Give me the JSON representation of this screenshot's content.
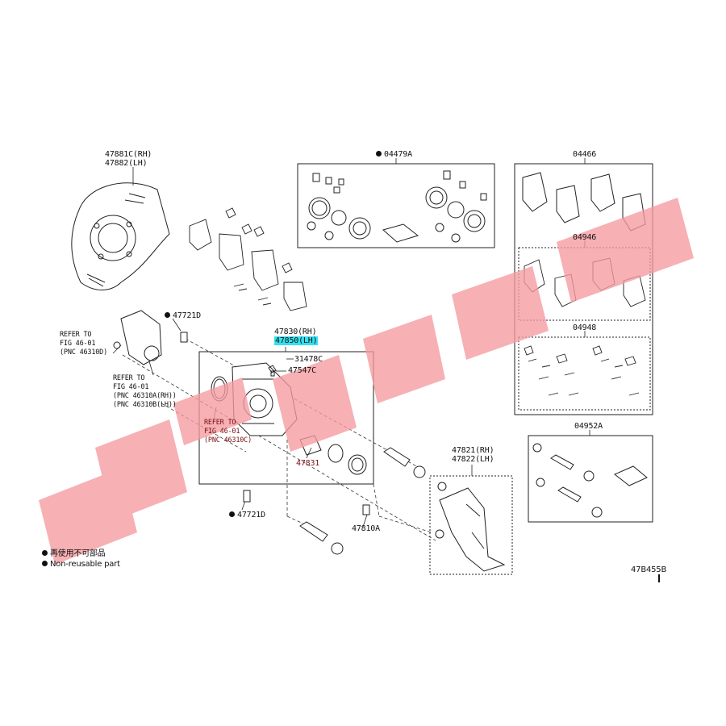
{
  "watermark": {
    "color": "#f59aa0"
  },
  "labels": {
    "p47881C": "47881C(RH)",
    "p47882": "47882(LH)",
    "p04479A": "04479A",
    "p04466": "04466",
    "p04946": "04946",
    "p04948": "04948",
    "p04952A": "04952A",
    "p47721D_top": "47721D",
    "p47721D_bot": "47721D",
    "p47830": "47830(RH)",
    "p47850": "47850(LH)",
    "p31478C": "31478C",
    "p47547C": "47547C",
    "p47831": "47831",
    "p47821": "47821(RH)",
    "p47822": "47822(LH)",
    "p47810A": "47810A",
    "ref1_a": "REFER TO",
    "ref1_b": "FIG 46-01",
    "ref1_c": "(PNC 46310D)",
    "ref2_a": "REFER TO",
    "ref2_b": "FIG 46-01",
    "ref2_c": "(PNC 46310A(RH))",
    "ref2_d": "(PNC 46310B(LH))",
    "ref3_a": "REFER TO",
    "ref3_b": "FIG 46-01",
    "ref3_c": "(PNC 46310C)",
    "legend_ja": "再使用不可部品",
    "legend_en": "Non-reusable part",
    "figcode": "47B455B"
  },
  "highlight_color": "#35e0f0"
}
